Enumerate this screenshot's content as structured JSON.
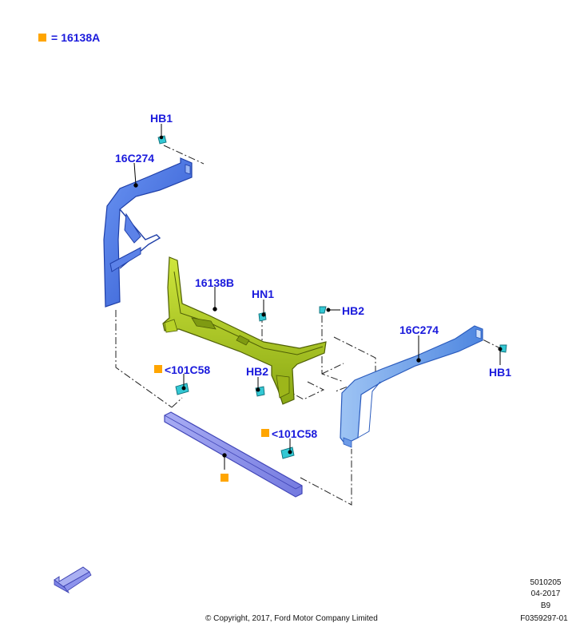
{
  "legend": {
    "symbol_color": "#ffa500",
    "equals": "=",
    "part": "16138A"
  },
  "callouts": {
    "hb1_top": "HB1",
    "bracket_left": "16C274",
    "support_center": "16138B",
    "hn1": "HN1",
    "hb2_right": "HB2",
    "bracket_right": "16C274",
    "hb1_right": "HB1",
    "clip_left": "<101C58",
    "hb2_lower": "HB2",
    "clip_right": "<101C58"
  },
  "colors": {
    "label_blue": "#1a1adc",
    "bracket_blue": "#3f6fe0",
    "support_olive": "#a7c81e",
    "fastener_cyan": "#33c8d4",
    "beam_lavender": "#8d93ec"
  },
  "footer": {
    "copyright": "© Copyright, 2017, Ford Motor Company Limited",
    "code": "5010205",
    "date": "04-2017",
    "rev": "B9",
    "figure": "F0359297-01"
  },
  "icons": {
    "direction": "direction-arrow-icon"
  }
}
